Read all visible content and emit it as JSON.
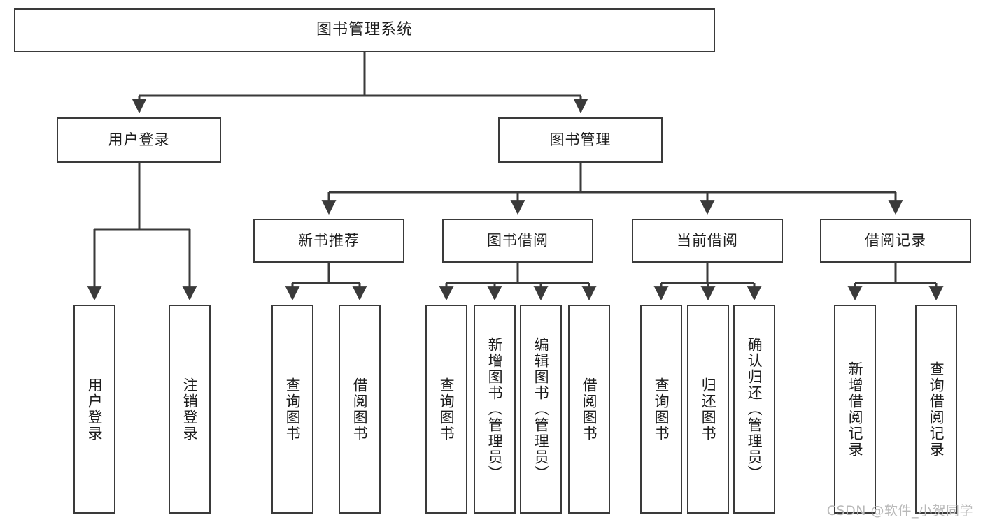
{
  "diagram": {
    "type": "tree",
    "title": "图书管理系统",
    "watermark": "CSDN @软件_小贺同学",
    "colors": {
      "node_border": "#3a3a3a",
      "node_fill": "#ffffff",
      "edge": "#3a3a3a",
      "text": "#1d1d1d",
      "background": "#ffffff",
      "watermark": "#b9b9b9"
    },
    "nodes": {
      "root": {
        "label": "图书管理系统"
      },
      "level2": [
        {
          "label": "用户登录"
        },
        {
          "label": "图书管理"
        }
      ],
      "level3": [
        {
          "label": "新书推荐"
        },
        {
          "label": "图书借阅"
        },
        {
          "label": "当前借阅"
        },
        {
          "label": "借阅记录"
        }
      ],
      "leaves": {
        "user_login": [
          {
            "label": "用户登录"
          },
          {
            "label": "注销登录"
          }
        ],
        "new_book": [
          {
            "label": "查询图书"
          },
          {
            "label": "借阅图书"
          }
        ],
        "book_borrow": [
          {
            "label": "查询图书"
          },
          {
            "label": "新增图书（管理员）"
          },
          {
            "label": "编辑图书（管理员）"
          },
          {
            "label": "借阅图书"
          }
        ],
        "current_borrow": [
          {
            "label": "查询图书"
          },
          {
            "label": "归还图书"
          },
          {
            "label": "确认归还（管理员）"
          }
        ],
        "borrow_record": [
          {
            "label": "新增借阅记录"
          },
          {
            "label": "查询借阅记录"
          }
        ]
      }
    }
  }
}
